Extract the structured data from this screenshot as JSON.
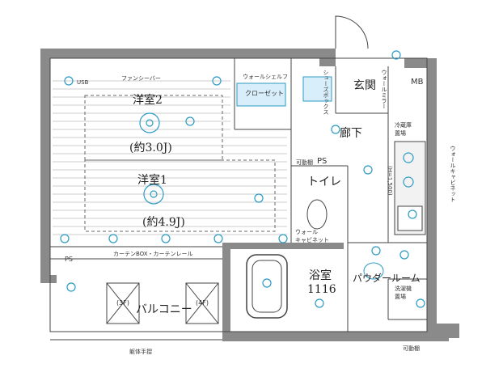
{
  "rooms": {
    "western2": {
      "name": "洋室2",
      "size": "(約3.0J)"
    },
    "western1": {
      "name": "洋室1",
      "size": "(約4.9J)"
    },
    "entrance": "玄関",
    "hallway": "廊下",
    "toilet": "トイレ",
    "bath": {
      "name": "浴室",
      "size": "1116"
    },
    "powder": "パウダールーム",
    "balcony": "バルコニー"
  },
  "labels": {
    "mb": "MB",
    "ps1": "PS",
    "ps2": "PS",
    "closet": "クローゼット",
    "wall_shelf": "ウォールシェルフ",
    "shoe_box": "シューズボックス",
    "wall_mirror": "ウォールミラー",
    "fridge": "冷蔵庫\n置場",
    "wall_cabinet": "ウォールキャビネット",
    "height": "(H=1,500)",
    "toilet_cabinet": "ウォール\nキャビネット",
    "washer": "洗濯機\n置場",
    "fancy_bar": "ファンシーバー",
    "curtain": "カーテンBOX・カーテンレール",
    "movable_shelf": "可動棚",
    "handrail": "躯体手摺",
    "balcony_3f": "(3F)",
    "balcony_4f": "(4F)",
    "movable": "可動棚",
    "usb": "USB"
  },
  "colors": {
    "wall": "#8a8a8a",
    "equipment": "#2a9bc4",
    "line": "#444444"
  }
}
